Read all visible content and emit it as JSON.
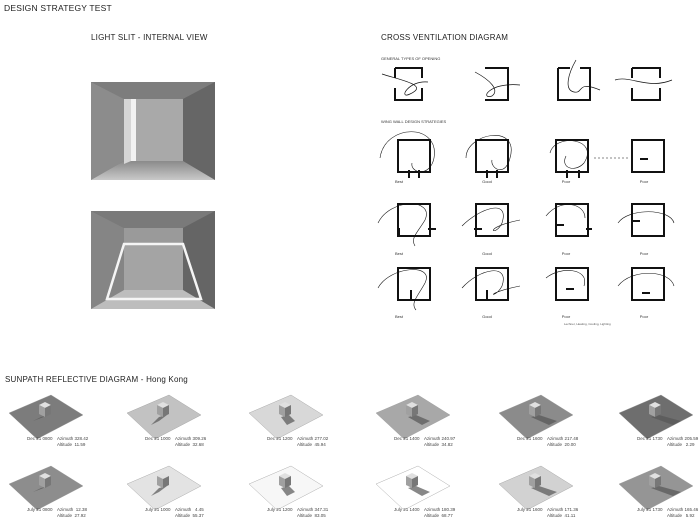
{
  "page_title": "DESIGN STRATEGY TEST",
  "light_slit": {
    "title": "LIGHT SLIT - INTERNAL VIEW"
  },
  "cross_vent": {
    "title": "CROSS VENTILATION DIAGRAM",
    "openings_label": "GENERAL TYPES OF OPENING",
    "wingwall_label": "WING WALL DESIGN STRATEGIES",
    "row1": [
      "Best",
      "Good",
      "Poor",
      "Poor"
    ],
    "row2": [
      "Best",
      "Good",
      "Poor",
      "Poor"
    ],
    "row3": [
      "Best",
      "Good",
      "Poor",
      "Poor"
    ],
    "source": "Lechner, Heating, Cooling, Lighting"
  },
  "sunpath": {
    "title": "SUNPATH REFLECTIVE DIAGRAM - Hong Kong",
    "dec": [
      {
        "time": "Dec 21 0800",
        "az": "Azimuth 328.42",
        "alt": "Altitude  11.59"
      },
      {
        "time": "Dec 21 1000",
        "az": "Azimuth 309.26",
        "alt": "Altitude  32.68"
      },
      {
        "time": "Dec 21 1200",
        "az": "Azimuth 277.02",
        "alt": "Altitude  45.94"
      },
      {
        "time": "Dec 21 1400",
        "az": "Azimuth 240.97",
        "alt": "Altitude  34.82"
      },
      {
        "time": "Dec 21 1600",
        "az": "Azimuth 217.48",
        "alt": "Altitude  20.00"
      },
      {
        "time": "Dec 21 1730",
        "az": "Azimuth 205.59",
        "alt": "Altitude   2.29"
      }
    ],
    "jul": [
      {
        "time": "July 21 0800",
        "az": "Azimuth  12.38",
        "alt": "Altitude  27.92"
      },
      {
        "time": "July 21 1000",
        "az": "Azimuth   4.45",
        "alt": "Altitude  55.37"
      },
      {
        "time": "July 21 1200",
        "az": "Azimuth 347.31",
        "alt": "Altitude  83.05"
      },
      {
        "time": "July 21 1400",
        "az": "Azimuth 180.39",
        "alt": "Altitude  68.77"
      },
      {
        "time": "July 21 1600",
        "az": "Azimuth 171.36",
        "alt": "Altitude  41.11"
      },
      {
        "time": "July 21 1730",
        "az": "Azimuth 165.46",
        "alt": "Altitude   5.92"
      }
    ]
  }
}
